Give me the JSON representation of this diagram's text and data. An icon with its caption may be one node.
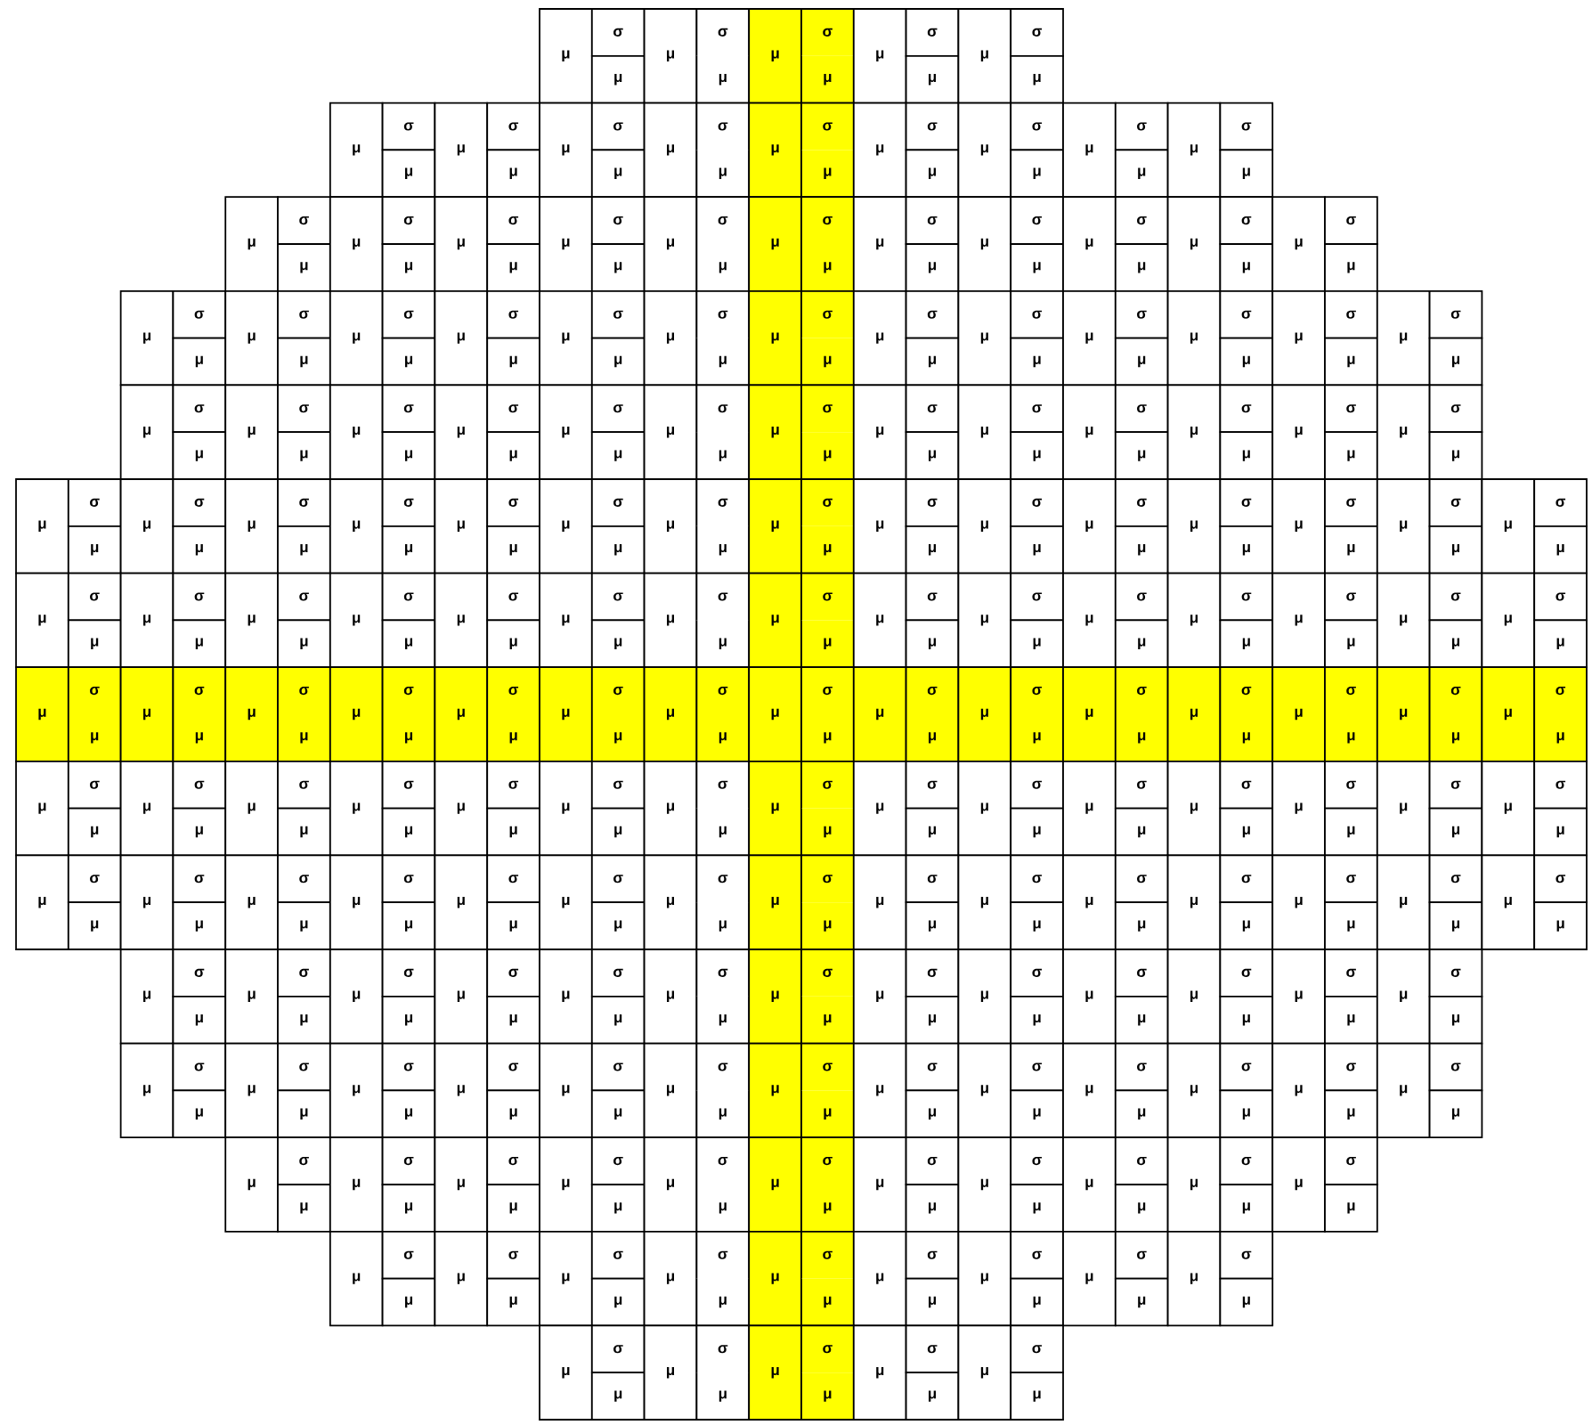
{
  "diagram": {
    "labels": [
      "μ",
      "σ",
      "μ",
      "μ",
      "σ",
      "μ",
      "μ",
      "σ",
      "μ",
      "μ",
      "σ",
      "μ",
      "μ",
      "σ",
      "μ",
      "μ",
      "σ",
      "μ",
      "μ",
      "σ",
      "μ",
      "μ",
      "σ",
      "μ",
      "μ",
      "σ",
      "μ",
      "μ",
      "σ",
      "μ",
      "μ",
      "σ",
      "μ",
      "μ",
      "σ",
      "μ",
      "μ",
      "σ",
      "μ",
      "μ",
      "σ",
      "μ",
      "μ",
      "σ",
      "μ",
      "μ",
      "σ",
      "μ",
      "μ",
      "σ",
      "μ",
      "μ",
      "σ",
      "μ",
      "μ",
      "σ",
      "μ",
      "μ",
      "σ",
      "μ",
      "μ",
      "σ",
      "μ",
      "μ",
      "σ",
      "μ",
      "μ",
      "σ",
      "μ",
      "μ",
      "σ",
      "μ",
      "μ",
      "σ",
      "μ",
      "μ",
      "σ",
      "μ",
      "μ",
      "σ",
      "μ",
      "μ",
      "σ",
      "μ",
      "μ",
      "σ",
      "μ",
      "μ",
      "σ",
      "μ",
      "μ",
      "σ",
      "μ",
      "μ",
      "σ",
      "μ",
      "μ",
      "σ",
      "μ",
      "μ",
      "σ",
      "μ",
      "μ",
      "σ",
      "μ",
      "μ",
      "σ",
      "μ",
      "μ",
      "σ",
      "μ",
      "μ",
      "σ",
      "μ",
      "μ",
      "σ",
      "μ",
      "μ",
      "σ",
      "μ",
      "μ",
      "σ",
      "μ",
      "μ",
      "σ",
      "μ",
      "μ",
      "σ",
      "μ",
      "μ",
      "σ",
      "μ",
      "μ",
      "σ",
      "μ",
      "μ",
      "σ",
      "μ",
      "μ",
      "σ",
      "μ",
      "μ",
      "σ",
      "μ",
      "μ",
      "σ",
      "μ",
      "μ",
      "σ",
      "μ",
      "μ",
      "σ",
      "μ",
      "μ",
      "σ",
      "μ",
      "μ",
      "σ",
      "μ",
      "μ",
      "σ",
      "μ",
      "μ",
      "σ",
      "μ",
      "μ",
      "σ",
      "μ",
      "μ",
      "σ",
      "μ",
      "μ",
      "σ",
      "μ",
      "μ",
      "σ",
      "μ",
      "μ",
      "σ",
      "μ",
      "μ",
      "σ",
      "μ",
      "μ",
      "σ",
      "μ",
      "μ",
      "σ",
      "μ",
      "μ",
      "σ",
      "μ",
      "μ",
      "σ",
      "μ",
      "μ",
      "σ",
      "μ",
      "μ",
      "σ",
      "μ",
      "μ",
      "σ",
      "μ",
      "μ",
      "σ",
      "μ",
      "μ",
      "σ",
      "μ",
      "μ",
      "σ",
      "μ",
      "μ",
      "σ",
      "μ",
      "μ",
      "σ",
      "μ",
      "μ",
      "σ",
      "μ",
      "μ",
      "σ",
      "μ",
      "μ",
      "σ",
      "μ",
      "μ",
      "σ",
      "μ",
      "μ",
      "σ",
      "μ",
      "μ",
      "σ",
      "μ",
      "μ",
      "σ",
      "μ",
      "μ",
      "σ",
      "μ",
      "μ",
      "σ",
      "μ",
      "μ",
      "σ",
      "μ",
      "μ",
      "σ",
      "μ",
      "μ",
      "σ",
      "μ",
      "μ",
      "σ",
      "μ",
      "μ",
      "σ",
      "μ",
      "μ",
      "σ",
      "μ",
      "μ",
      "σ",
      "μ",
      "μ",
      "σ",
      "μ",
      "μ",
      "σ",
      "μ",
      "μ",
      "σ",
      "μ",
      "μ",
      "σ",
      "μ",
      "μ",
      "σ",
      "μ",
      "μ",
      "σ",
      "μ",
      "μ",
      "σ",
      "μ",
      "μ",
      "σ",
      "μ",
      "μ",
      "σ",
      "μ",
      "μ",
      "σ",
      "μ",
      "μ",
      "σ",
      "μ",
      "μ",
      "σ",
      "μ",
      "μ",
      "σ",
      "μ",
      "μ",
      "σ",
      "μ",
      "μ",
      "σ",
      "μ",
      "μ",
      "σ",
      "μ",
      "μ",
      "σ",
      "μ",
      "μ",
      "σ",
      "μ",
      "μ",
      "σ",
      "μ",
      "μ",
      "σ",
      "μ",
      "μ",
      "σ",
      "μ",
      "μ",
      "σ",
      "μ",
      "μ",
      "σ",
      "μ",
      "μ",
      "σ",
      "μ",
      "μ",
      "σ",
      "μ",
      "μ",
      "σ",
      "μ",
      "μ",
      "σ",
      "μ",
      "μ",
      "σ",
      "μ",
      "μ",
      "σ",
      "μ",
      "μ",
      "σ",
      "μ",
      "μ",
      "σ",
      "μ",
      "μ",
      "σ",
      "μ",
      "μ",
      "σ",
      "μ",
      "μ",
      "σ",
      "μ",
      "μ",
      "σ",
      "μ",
      "μ",
      "σ",
      "μ",
      "μ",
      "σ",
      "μ",
      "μ",
      "σ",
      "μ",
      "μ",
      "σ",
      "μ",
      "μ",
      "σ",
      "μ",
      "μ",
      "σ",
      "μ",
      "μ",
      "σ",
      "μ",
      "μ",
      "σ",
      "μ",
      "μ",
      "σ",
      "μ",
      "μ",
      "σ",
      "μ",
      "μ",
      "σ",
      "μ",
      "μ",
      "σ",
      "μ",
      "μ",
      "σ",
      "μ",
      "μ",
      "σ",
      "μ",
      "μ",
      "σ",
      "μ",
      "μ",
      "σ",
      "μ",
      "μ",
      "σ",
      "μ",
      "μ",
      "σ",
      "μ",
      "μ",
      "σ",
      "μ",
      "μ",
      "σ",
      "μ",
      "μ",
      "σ",
      "μ",
      "μ",
      "σ",
      "μ",
      "μ",
      "σ",
      "μ",
      "μ",
      "σ",
      "μ",
      "μ",
      "σ",
      "μ",
      "μ",
      "σ",
      "μ",
      "μ",
      "σ",
      "μ",
      "μ",
      "σ",
      "μ",
      "μ",
      "σ",
      "μ",
      "μ",
      "σ",
      "μ",
      "μ",
      "σ",
      "μ",
      "μ",
      "σ",
      "μ",
      "μ",
      "σ",
      "μ",
      "μ",
      "σ",
      "μ",
      "μ",
      "σ",
      "μ",
      "μ",
      "σ",
      "μ",
      "μ",
      "σ",
      "μ",
      "μ",
      "σ",
      "μ",
      "μ",
      "σ",
      "μ",
      "μ",
      "σ",
      "μ",
      "μ",
      "σ",
      "μ",
      "μ",
      "σ",
      "μ",
      "μ",
      "σ",
      "μ",
      "μ",
      "σ",
      "μ",
      "μ",
      "σ",
      "μ",
      "μ",
      "σ",
      "μ",
      "μ",
      "σ",
      "μ",
      "μ",
      "σ",
      "μ",
      "μ",
      "σ",
      "μ",
      "μ",
      "σ",
      "μ",
      "μ",
      "σ",
      "μ",
      "μ",
      "σ",
      "μ",
      "μ",
      "σ",
      "μ"
    ]
  }
}
